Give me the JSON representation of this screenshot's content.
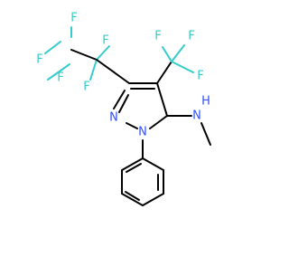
{
  "molecule": {
    "atoms": {
      "f1": "F",
      "f2": "F",
      "f3": "F",
      "f4": "F",
      "f5": "F",
      "f6": "F",
      "f7": "F",
      "f8": "F",
      "n_ring": "N",
      "n_phenyl": "N",
      "nh_n": "N",
      "nh_h": "H"
    },
    "colors": {
      "fluorine": "#33cccc",
      "nitrogen": "#3050f8",
      "bond": "#000000"
    }
  }
}
